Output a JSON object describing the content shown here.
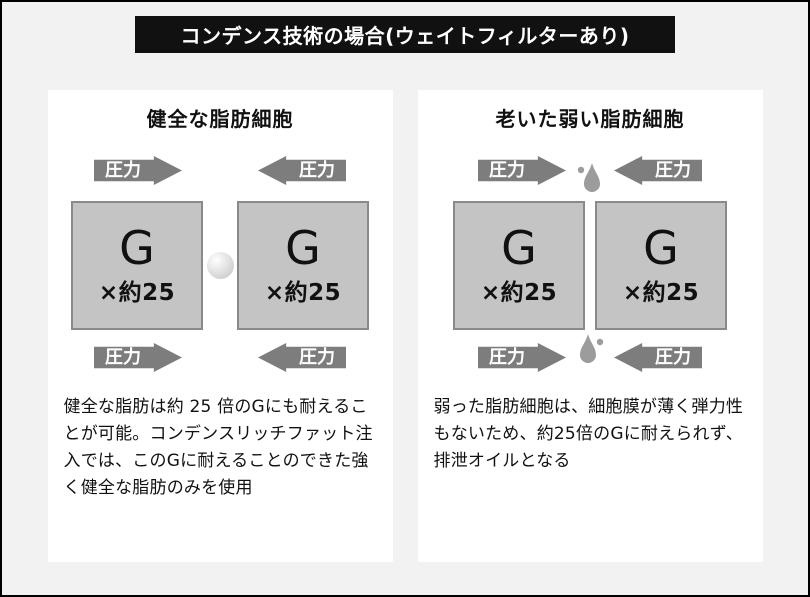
{
  "colors": {
    "page_background": "#f2f2f2",
    "header_background": "#111111",
    "arrow_gray": "#7d7d7d",
    "cell_box_gray": "#c4c4c4",
    "cell_box_border": "#8a8a8a",
    "droplet_gray": "#9c9c9c"
  },
  "header": {
    "title": "コンデンス技術の場合(ウェイトフィルターあり)"
  },
  "panels": [
    {
      "title": "健全な脂肪細胞",
      "pressure_label": "圧力",
      "cells": [
        {
          "label": "G",
          "multiplier": "×約25"
        },
        {
          "label": "G",
          "multiplier": "×約25"
        }
      ],
      "description": "健全な脂肪は約 25 倍のGにも耐えることが可能。コンデンスリッチファット注入では、このGに耐えることのできた強く健全な脂肪のみを使用"
    },
    {
      "title": "老いた弱い脂肪細胞",
      "pressure_label": "圧力",
      "cells": [
        {
          "label": "G",
          "multiplier": "×約25"
        },
        {
          "label": "G",
          "multiplier": "×約25"
        }
      ],
      "description": "弱った脂肪細胞は、細胞膜が薄く弾力性もないため、約25倍のGに耐えられず、排泄オイルとなる"
    }
  ]
}
